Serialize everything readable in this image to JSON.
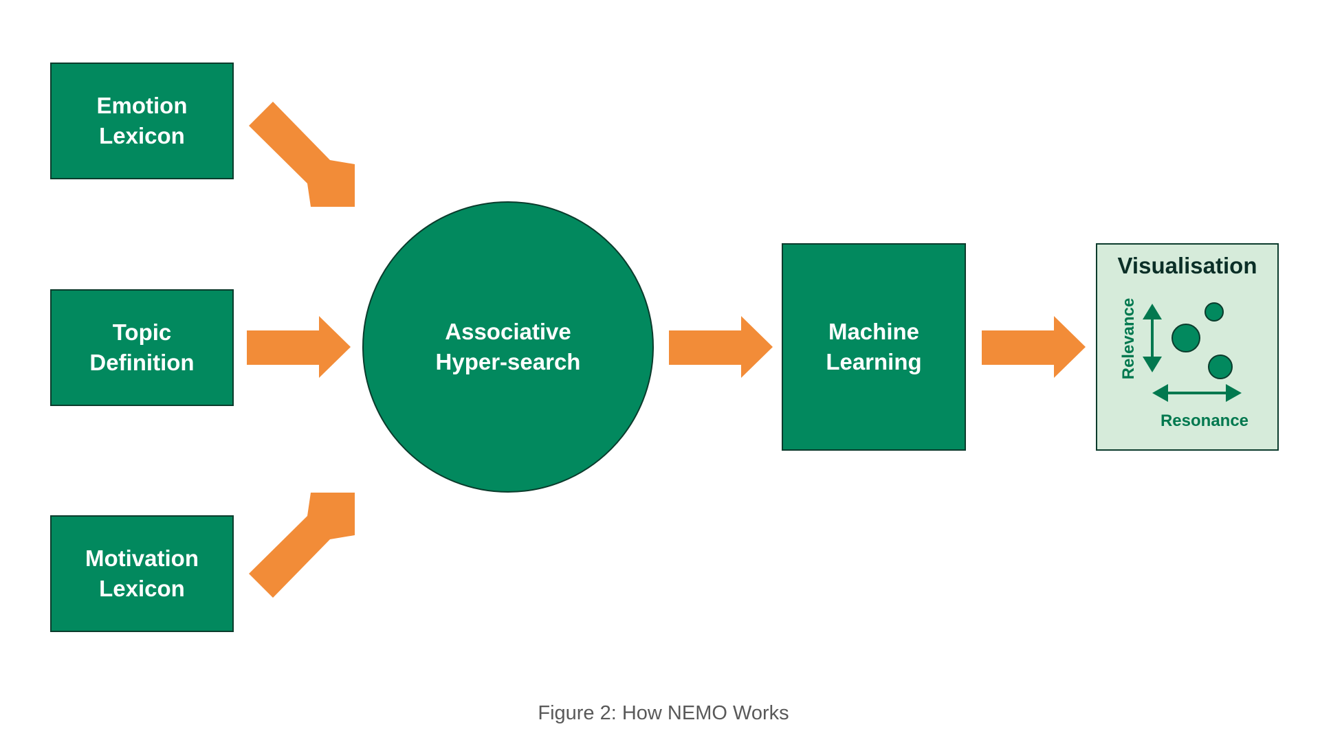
{
  "inputs": [
    {
      "id": "emotion",
      "label": "Emotion\nLexicon"
    },
    {
      "id": "topic",
      "label": "Topic\nDefinition"
    },
    {
      "id": "motivation",
      "label": "Motivation\nLexicon"
    }
  ],
  "hub": {
    "label": "Associative\nHyper-search"
  },
  "machine_learning": {
    "label": "Machine\nLearning"
  },
  "visualisation": {
    "title": "Visualisation",
    "y_axis_label": "Relevance",
    "x_axis_label": "Resonance"
  },
  "caption": "Figure 2: How NEMO Works",
  "colors": {
    "node_fill": "#02895e",
    "node_border": "#0b3b2c",
    "arrow": "#f28c38",
    "panel_fill": "#d6ebda",
    "panel_mark": "#02784f",
    "caption_text": "#595959"
  },
  "icons": {
    "flow_arrow": "block-arrow",
    "axis_arrow": "double-headed-arrow",
    "data_point": "filled-circle"
  }
}
